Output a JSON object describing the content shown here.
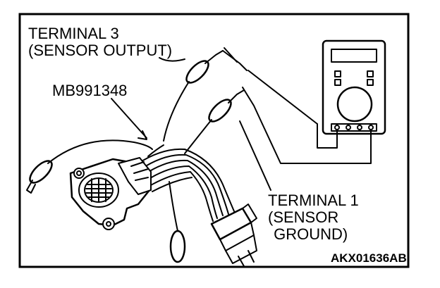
{
  "labels": {
    "terminal3_line1": "TERMINAL 3",
    "terminal3_line2": "(SENSOR OUTPUT)",
    "tool_part_number": "MB991348",
    "terminal1_line1": "TERMINAL 1",
    "terminal1_line2": "(SENSOR",
    "terminal1_line3": " GROUND)",
    "figure_code": "AKX01636AB"
  },
  "colors": {
    "ink": "#000000",
    "paper": "#ffffff"
  }
}
